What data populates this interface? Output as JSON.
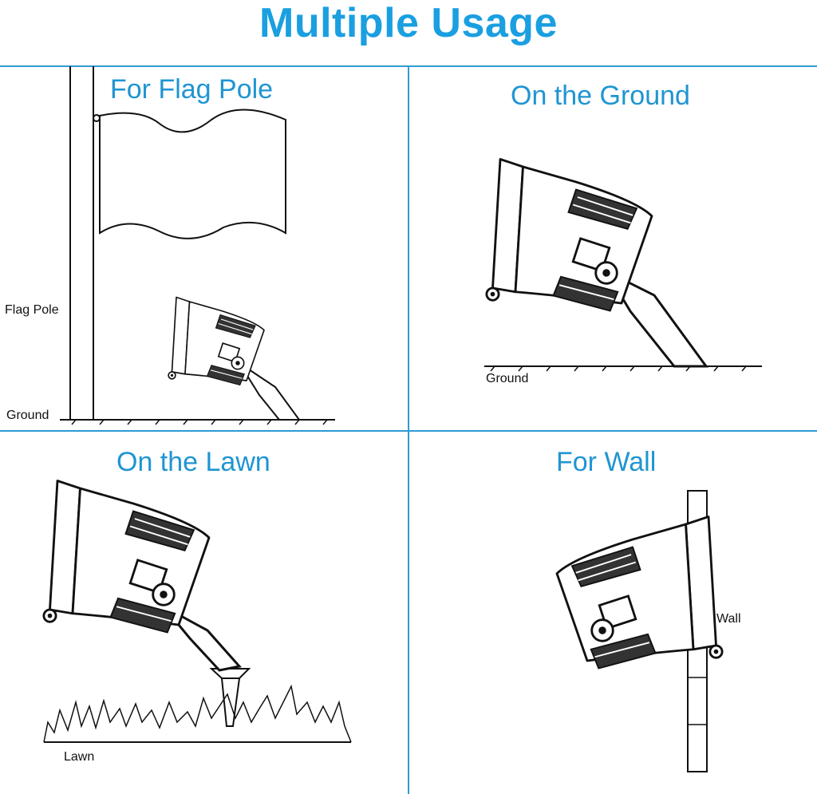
{
  "title": "Multiple Usage",
  "accent_color": "#1a9fe0",
  "divider_color": "#2f9bd6",
  "panels": [
    {
      "title": "For Flag Pole",
      "labels": [
        "Flag Pole",
        "Ground"
      ]
    },
    {
      "title": "On the Ground",
      "labels": [
        "Ground"
      ]
    },
    {
      "title": "On the Lawn",
      "labels": [
        "Lawn"
      ]
    },
    {
      "title": "For Wall",
      "labels": [
        "Wall"
      ]
    }
  ]
}
